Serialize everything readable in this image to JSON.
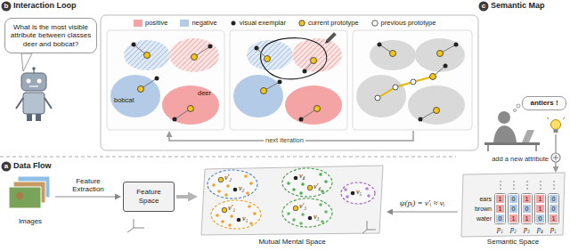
{
  "diagram": {
    "nodes": [
      {
        "text": [
          "b"
        ]
      },
      {
        "text": [
          "What is the most visible attribute between classes deer and bobcat?"
        ]
      },
      {
        "text": [
          "c"
        ]
      },
      {
        "text": [
          "antlers !"
        ]
      },
      {
        "text": [
          "a"
        ]
      },
      {
        "text": [
          "Images"
        ]
      },
      {
        "text": [
          "Feature Space"
        ]
      },
      {
        "text": [
          "Mutual Mental Space"
        ]
      },
      {
        "text": [
          "v′₂",
          "v₂"
        ],
        "in": 7
      },
      {
        "text": [
          "v₄",
          "v′₄"
        ],
        "in": 7
      },
      {
        "text": [
          "v′₁",
          "v₁"
        ],
        "in": 7
      },
      {
        "text": [
          "v′₃",
          "v₃"
        ],
        "in": 7
      },
      {
        "text": [
          "v₅"
        ],
        "in": 7
      },
      {
        "text": [
          "Semantic Space"
        ]
      },
      {
        "text": [
          "1"
        ],
        "in": 13
      },
      {
        "text": [
          "1"
        ],
        "in": 13
      },
      {
        "text": [
          "0"
        ],
        "in": 13
      },
      {
        "text": [
          "0"
        ],
        "in": 13
      },
      {
        "text": [
          "0"
        ],
        "in": 13
      },
      {
        "text": [
          "1"
        ],
        "in": 13
      },
      {
        "text": [
          "1"
        ],
        "in": 13
      },
      {
        "text": [
          "0"
        ],
        "in": 13
      },
      {
        "text": [
          "1"
        ],
        "in": 13
      },
      {
        "text": [
          "1"
        ],
        "in": 13
      },
      {
        "text": [
          "1"
        ],
        "in": 13
      },
      {
        "text": [
          "0"
        ],
        "in": 13
      },
      {
        "text": [
          "0"
        ],
        "in": 13
      },
      {
        "text": [
          "0"
        ],
        "in": 13
      },
      {
        "text": [
          "1"
        ],
        "in": 13
      }
    ],
    "edges": [
      {
        "from": 5,
        "to": 6,
        "arrow": "to",
        "label": "Feature Extraction"
      },
      {
        "from": 6,
        "to": 7,
        "arrow": "to"
      },
      {
        "from": 13,
        "to": 7,
        "arrow": "to",
        "label": "ψ(pᵢ) = v′ᵢ ≈ vᵢ"
      }
    ],
    "labels": [
      "Interaction Loop",
      "Semantic Map",
      "Data Flow",
      "bobcat",
      "deer",
      "next iteration",
      "add a new attribute",
      "ears",
      "brown",
      "water",
      "p₁",
      "p₂",
      "p₃",
      "p₄",
      "p₅"
    ],
    "legend": [
      {
        "text": "positive",
        "color": "#f4a4a4"
      },
      {
        "text": "negative",
        "color": "#b3cbe6"
      },
      {
        "text": "visual exemplar"
      },
      {
        "text": "current prototype"
      },
      {
        "text": "previous prototype"
      }
    ]
  }
}
